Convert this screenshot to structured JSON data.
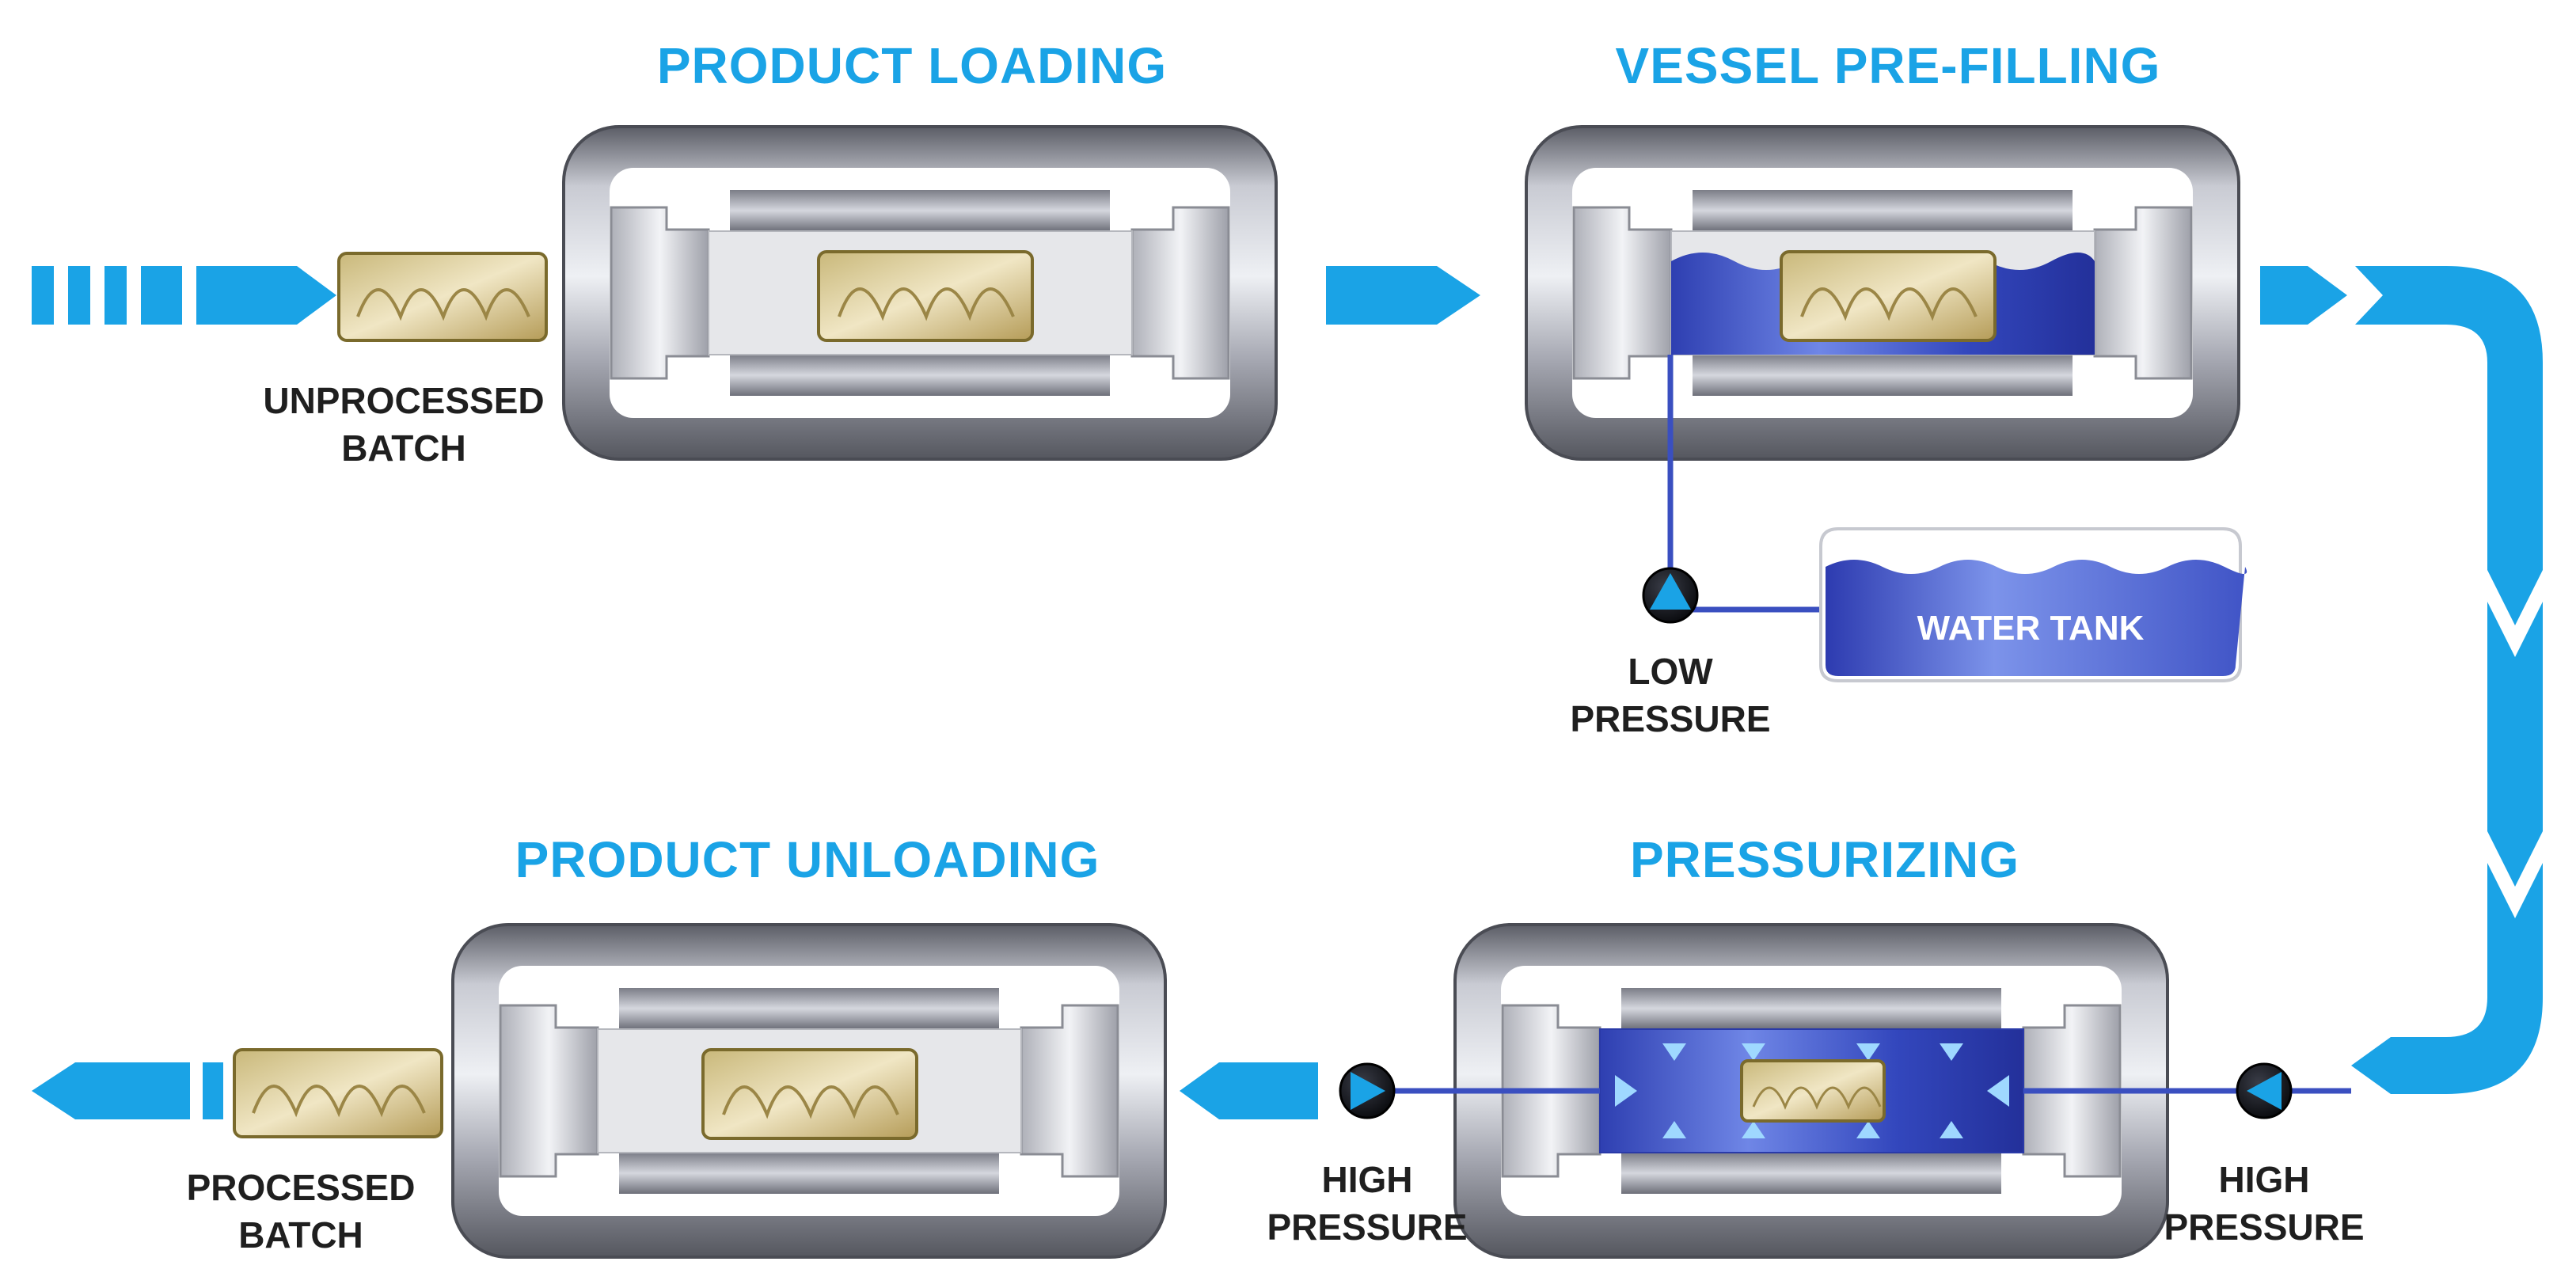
{
  "stages": {
    "product_loading": "PRODUCT LOADING",
    "vessel_prefilling": "VESSEL PRE-FILLING",
    "pressurizing": "PRESSURIZING",
    "product_unloading": "PRODUCT UNLOADING"
  },
  "labels": {
    "unprocessed_line1": "UNPROCESSED",
    "unprocessed_line2": "BATCH",
    "processed_line1": "PROCESSED",
    "processed_line2": "BATCH",
    "low_pressure_line1": "LOW",
    "low_pressure_line2": "PRESSURE",
    "high_pressure_left_line1": "HIGH",
    "high_pressure_left_line2": "PRESSURE",
    "high_pressure_right_line1": "HIGH",
    "high_pressure_right_line2": "PRESSURE",
    "water_tank": "WATER TANK"
  },
  "colors": {
    "title": "#1aa3e6",
    "arrow": "#1aa3e6",
    "water": "#3a4fc0",
    "steel": "#9a9ca6"
  },
  "icons": {
    "pump": "pump-icon",
    "flow_arrow": "flow-arrow-icon",
    "product_batch": "product-batch-icon"
  }
}
